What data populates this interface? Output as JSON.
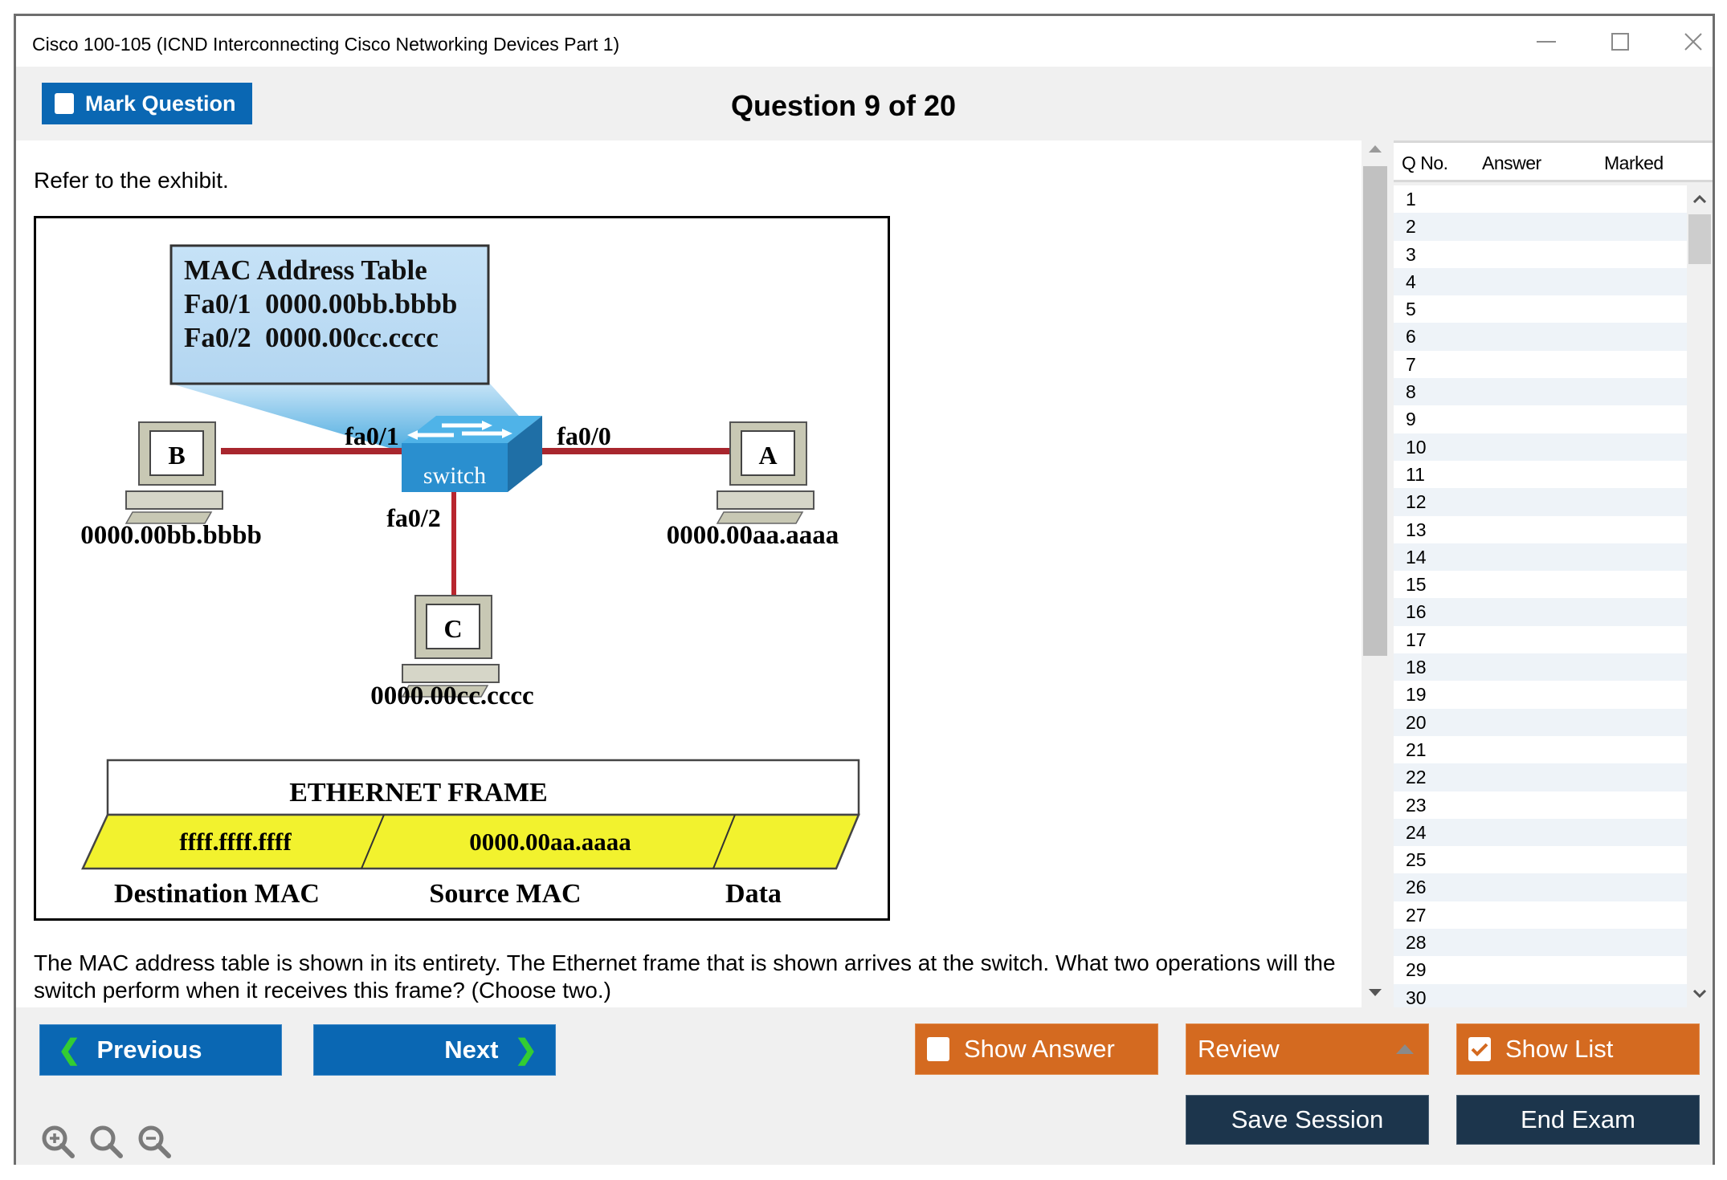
{
  "window": {
    "title": "Cisco 100-105 (ICND Interconnecting Cisco Networking Devices Part 1)",
    "controls": {
      "minimize": "—",
      "maximize": "☐",
      "close": "✕"
    }
  },
  "header": {
    "mark_question_label": "Mark Question",
    "mark_question_checked": false,
    "question_title": "Question 9 of 20"
  },
  "question": {
    "intro": "Refer to the exhibit.",
    "text": "The MAC address table is shown in its entirety. The Ethernet frame that is shown arrives at the switch. What two operations will the switch perform when it receives this frame? (Choose two.)"
  },
  "exhibit": {
    "mac_table": {
      "title": "MAC Address Table",
      "entries": [
        {
          "port": "Fa0/1",
          "mac": "0000.00bb.bbbb"
        },
        {
          "port": "Fa0/2",
          "mac": "0000.00cc.cccc"
        }
      ]
    },
    "switch_label": "switch",
    "ports": {
      "left": "fa0/1",
      "right": "fa0/0",
      "bottom": "fa0/2"
    },
    "hosts": [
      {
        "name": "B",
        "mac": "0000.00bb.bbbb"
      },
      {
        "name": "A",
        "mac": "0000.00aa.aaaa"
      },
      {
        "name": "C",
        "mac": "0000.00cc.cccc"
      }
    ],
    "frame": {
      "title": "ETHERNET FRAME",
      "destination_value": "ffff.ffff.ffff",
      "source_value": "0000.00aa.aaaa",
      "data_value": "",
      "labels": {
        "destination": "Destination MAC",
        "source": "Source MAC",
        "data": "Data"
      }
    }
  },
  "question_list": {
    "columns": [
      "Q No.",
      "Answer",
      "Marked"
    ],
    "rows": [
      "1",
      "2",
      "3",
      "4",
      "5",
      "6",
      "7",
      "8",
      "9",
      "10",
      "11",
      "12",
      "13",
      "14",
      "15",
      "16",
      "17",
      "18",
      "19",
      "20",
      "21",
      "22",
      "23",
      "24",
      "25",
      "26",
      "27",
      "28",
      "29",
      "30"
    ]
  },
  "footer": {
    "previous_label": "Previous",
    "next_label": "Next",
    "show_answer_label": "Show Answer",
    "show_answer_checked": false,
    "review_label": "Review",
    "show_list_label": "Show List",
    "show_list_checked": true,
    "save_session_label": "Save Session",
    "end_exam_label": "End Exam"
  },
  "colors": {
    "primary_blue": "#0a67b3",
    "orange": "#d46a20",
    "dark_navy": "#1c354c",
    "green_chevron": "#33cc33",
    "frame_yellow": "#f2f22e",
    "link_red": "#a8262e",
    "switch_blue": "#2a8fcf"
  }
}
